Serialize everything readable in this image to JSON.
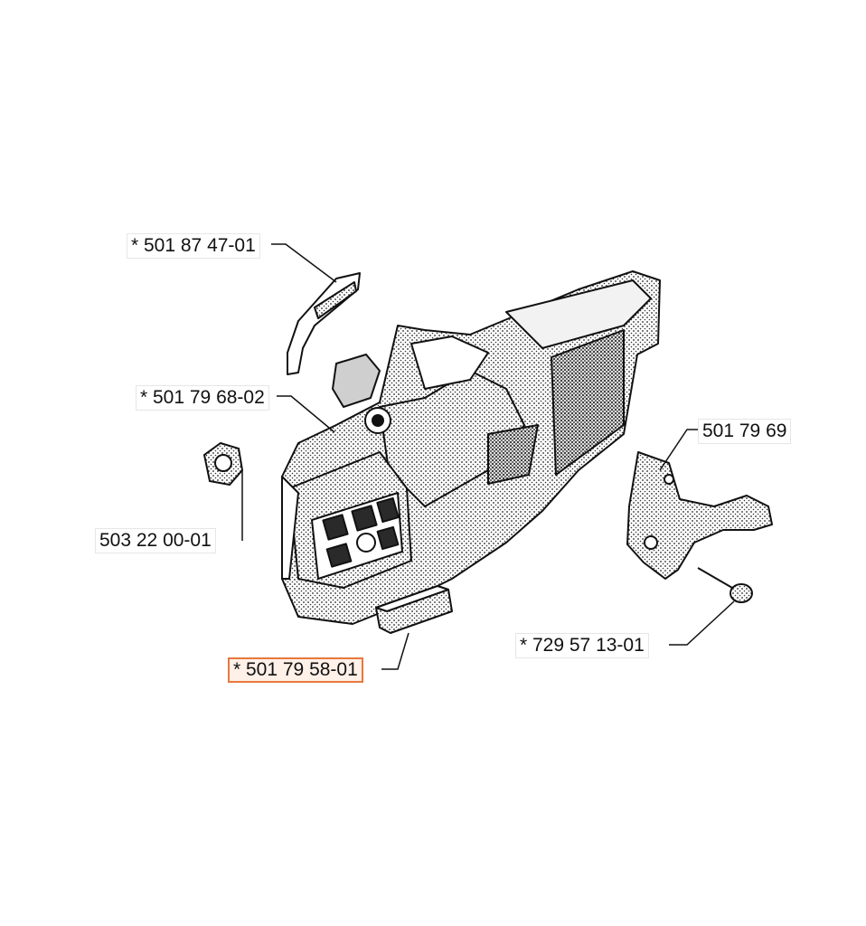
{
  "diagram": {
    "accent_color": "#e8783c",
    "parts": [
      {
        "id": "p1",
        "text": "*  501 87 47-01",
        "highlighted": false
      },
      {
        "id": "p2",
        "text": "*  501 79 68-02",
        "highlighted": false
      },
      {
        "id": "p3",
        "text": "503 22 00-01",
        "highlighted": false
      },
      {
        "id": "p4",
        "text": "*  501 79 58-01",
        "highlighted": true
      },
      {
        "id": "p5",
        "text": "501 79 69",
        "highlighted": false
      },
      {
        "id": "p6",
        "text": "*  729 57 13-01",
        "highlighted": false
      }
    ]
  }
}
